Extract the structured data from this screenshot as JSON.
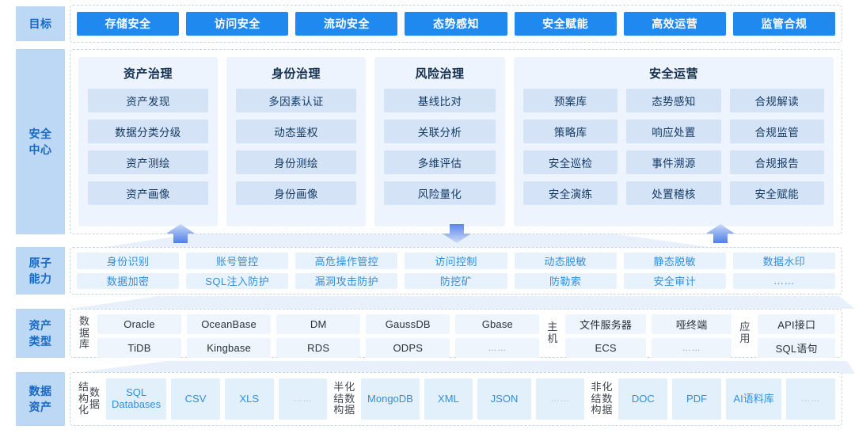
{
  "rows": {
    "goal": {
      "label_lines": [
        "目标"
      ]
    },
    "security_center": {
      "label_lines": [
        "安全",
        "中心"
      ]
    },
    "atomic": {
      "label_lines": [
        "原子",
        "能力"
      ]
    },
    "asset_type": {
      "label_lines": [
        "资产",
        "类型"
      ]
    },
    "data_asset": {
      "label_lines": [
        "数据",
        "资产"
      ]
    }
  },
  "goals": [
    "存储安全",
    "访问安全",
    "流动安全",
    "态势感知",
    "安全赋能",
    "高效运营",
    "监管合规"
  ],
  "security_center": {
    "panels": [
      {
        "title": "资产治理",
        "columns": [
          [
            "资产发现",
            "数据分类分级",
            "资产测绘",
            "资产画像"
          ]
        ]
      },
      {
        "title": "身份治理",
        "columns": [
          [
            "多因素认证",
            "动态鉴权",
            "身份测绘",
            "身份画像"
          ]
        ]
      },
      {
        "title": "风险治理",
        "columns": [
          [
            "基线比对",
            "关联分析",
            "多维评估",
            "风险量化"
          ]
        ]
      },
      {
        "title": "安全运营",
        "columns": [
          [
            "预案库",
            "策略库",
            "安全巡检",
            "安全演练"
          ],
          [
            "态势感知",
            "响应处置",
            "事件溯源",
            "处置稽核"
          ],
          [
            "合规解读",
            "合规监管",
            "合规报告",
            "安全赋能"
          ]
        ]
      }
    ]
  },
  "atomic_ability": {
    "row1": [
      "身份识别",
      "账号管控",
      "高危操作管控",
      "访问控制",
      "动态脱敏",
      "静态脱敏",
      "数据水印"
    ],
    "row2": [
      "数据加密",
      "SQL注入防护",
      "漏洞攻击防护",
      "防挖矿",
      "防勒索",
      "安全审计",
      "……"
    ]
  },
  "asset_type": {
    "groups": [
      {
        "label": "数据库",
        "columns": [
          [
            "Oracle",
            "TiDB"
          ],
          [
            "OceanBase",
            "Kingbase"
          ],
          [
            "DM",
            "RDS"
          ],
          [
            "GaussDB",
            "ODPS"
          ],
          [
            "Gbase",
            "……"
          ]
        ]
      },
      {
        "label": "主机",
        "columns": [
          [
            "文件服务器",
            "ECS"
          ],
          [
            "哑终端",
            "……"
          ]
        ]
      },
      {
        "label": "应用",
        "columns": [
          [
            "API接口",
            "SQL语句"
          ]
        ]
      }
    ]
  },
  "data_asset": {
    "groups": [
      {
        "label_col1": "结构化",
        "label_col2": "数据",
        "items": [
          "SQL Databases",
          "CSV",
          "XLS",
          "……"
        ]
      },
      {
        "label_col1": "半结构",
        "label_col2": "化数据",
        "items": [
          "MongoDB",
          "XML",
          "JSON",
          "……"
        ]
      },
      {
        "label_col1": "非结构",
        "label_col2": "化数据",
        "items": [
          "DOC",
          "PDF",
          "AI语料库",
          "……"
        ]
      }
    ]
  },
  "colors": {
    "goal_button": "#2089f0",
    "row_label_bg": "#bcd8f5",
    "row_label_text": "#1668c4",
    "panel_bg": "#eef4fd",
    "panel_cell_bg": "#d5e3f7",
    "atomic_cell_bg": "#e8f2fc",
    "atomic_cell_text": "#2f8fe0",
    "asset_cell_bg": "#eef5fc",
    "data_cell_bg": "#e2f0fb",
    "dashed_border": "#c8d4e4",
    "arrow": "#6f9df0"
  }
}
